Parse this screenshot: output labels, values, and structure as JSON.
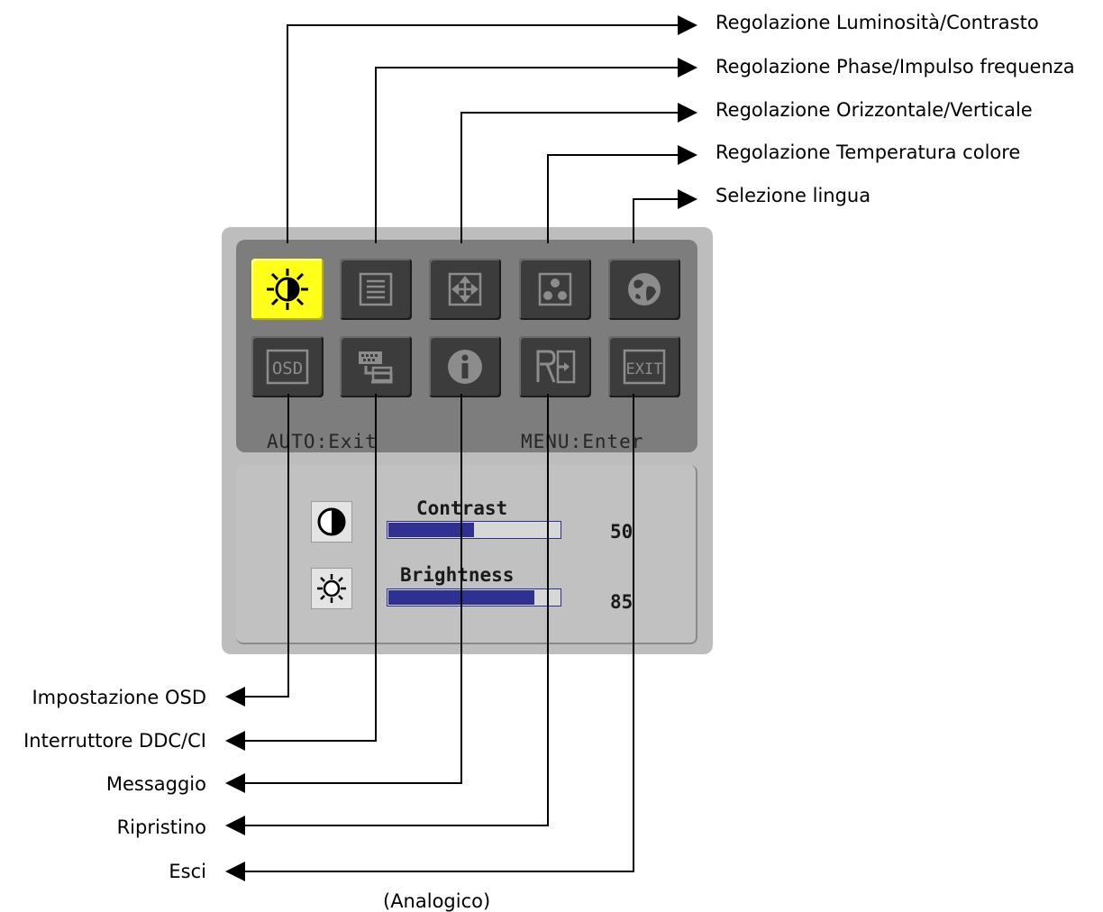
{
  "callouts_right": [
    "Regolazione Luminosità/Contrasto",
    "Regolazione Phase/Impulso frequenza",
    "Regolazione Orizzontale/Verticale",
    "Regolazione Temperatura colore",
    "Selezione lingua"
  ],
  "callouts_left": [
    "Impostazione OSD",
    "Interruttore DDC/CI",
    "Messaggio",
    "Ripristino",
    "Esci"
  ],
  "caption": "(Analogico)",
  "osd": {
    "hint_left": "AUTO:Exit",
    "hint_right": "MENU:Enter",
    "top_icons": [
      "sun-contrast-icon",
      "phase-lines-icon",
      "position-arrows-icon",
      "color-temperature-icon",
      "globe-language-icon"
    ],
    "bottom_icons": [
      "osd-icon",
      "ddc-ci-icon",
      "info-icon",
      "reset-icon",
      "exit-icon"
    ],
    "bottom_icon_text": {
      "osd": "OSD",
      "exit": "EXIT"
    },
    "active_color": "#ffff1a",
    "controls": [
      {
        "label": "Contrast",
        "value": "50",
        "level": 50
      },
      {
        "label": "Brightness",
        "value": "85",
        "level": 85
      }
    ]
  }
}
